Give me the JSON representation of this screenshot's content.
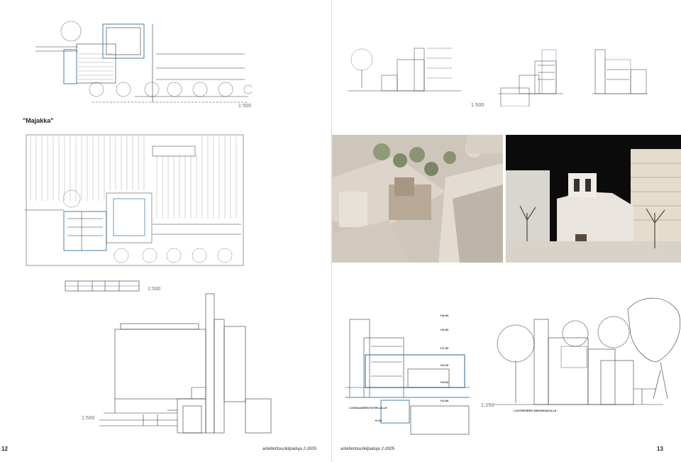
{
  "left_page": {
    "page_number": "12",
    "journal": "arkkitehtuurikilpailuja 2-2005",
    "caption": "\"Majakka\"",
    "scale_top": "1:500",
    "scale_mid": "1:500",
    "scale_bottom": "1:500"
  },
  "right_page": {
    "page_number": "13",
    "journal": "arkkitehtuurikilpailuja 2-2005",
    "scale_elevations": "1:500",
    "scale_bottom": "1:250",
    "section_label_left": "LOUNAASEEN HOTELLILLE",
    "section_label_right": "LUOTEESEEN SIMONKADULLE",
    "levels": [
      "+34.80",
      "+31.80",
      "+27.80",
      "+24.30",
      "+15.00",
      "+10.80",
      "+0.00"
    ]
  },
  "colors": {
    "line": "#333333",
    "accent_blue": "#4a7fa8",
    "paper": "#ffffff",
    "photo_dark": "#0b0b0b",
    "model_beige": "#d9cfc2"
  }
}
